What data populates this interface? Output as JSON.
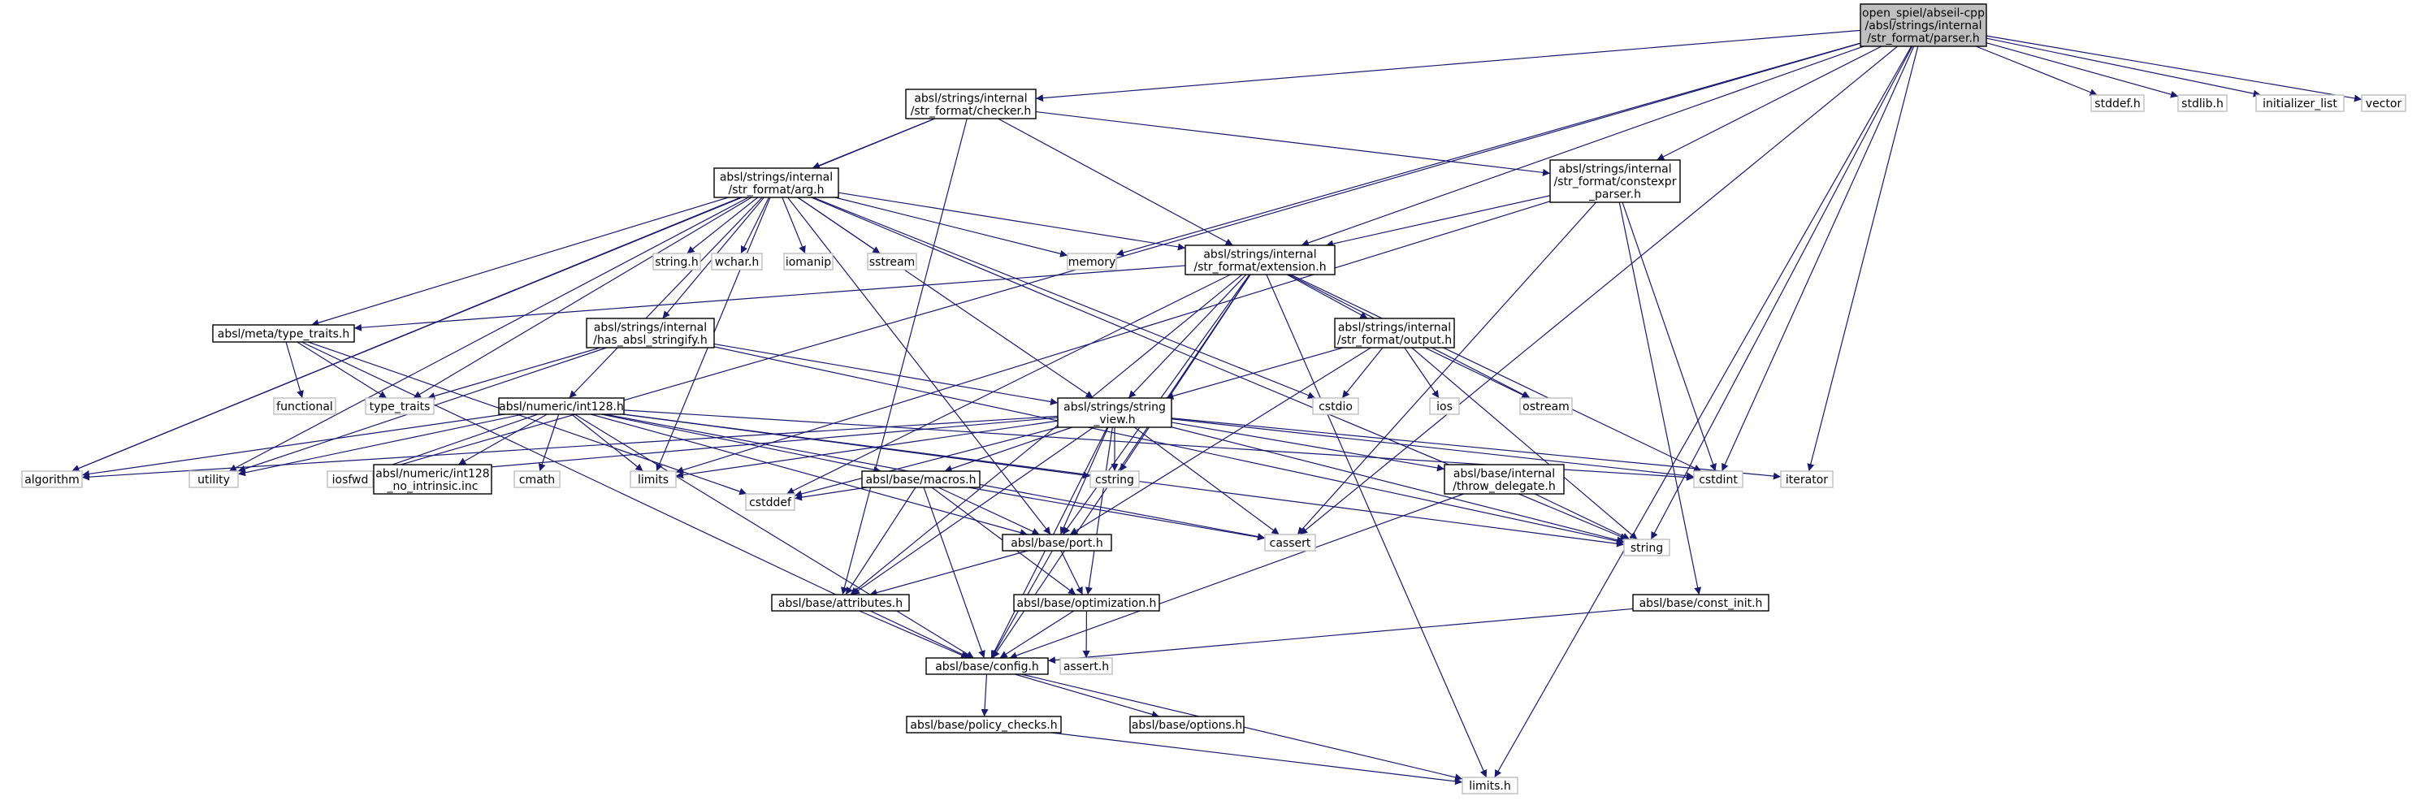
{
  "graph": {
    "colors": {
      "root_fill": "#bfbfbf",
      "node_fill": "#ffffff",
      "doc_border": "#000000",
      "sys_border": "#bfbfbf",
      "edge": "#191970"
    },
    "nodes": [
      {
        "id": "root",
        "lines": [
          "open_spiel/abseil-cpp",
          "/absl/strings/internal",
          "/str_format/parser.h"
        ],
        "kind": "root"
      },
      {
        "id": "checker",
        "lines": [
          "absl/strings/internal",
          "/str_format/checker.h"
        ],
        "kind": "doc"
      },
      {
        "id": "stddef_h",
        "lines": [
          "stddef.h"
        ],
        "kind": "sys"
      },
      {
        "id": "stdlib_h",
        "lines": [
          "stdlib.h"
        ],
        "kind": "sys"
      },
      {
        "id": "initializer_list",
        "lines": [
          "initializer_list"
        ],
        "kind": "sys"
      },
      {
        "id": "vector",
        "lines": [
          "vector"
        ],
        "kind": "sys"
      },
      {
        "id": "arg",
        "lines": [
          "absl/strings/internal",
          "/str_format/arg.h"
        ],
        "kind": "doc"
      },
      {
        "id": "constexpr_parser",
        "lines": [
          "absl/strings/internal",
          "/str_format/constexpr",
          "_parser.h"
        ],
        "kind": "doc"
      },
      {
        "id": "string_h",
        "lines": [
          "string.h"
        ],
        "kind": "sys"
      },
      {
        "id": "wchar_h",
        "lines": [
          "wchar.h"
        ],
        "kind": "sys"
      },
      {
        "id": "iomanip",
        "lines": [
          "iomanip"
        ],
        "kind": "sys"
      },
      {
        "id": "sstream",
        "lines": [
          "sstream"
        ],
        "kind": "sys"
      },
      {
        "id": "memory",
        "lines": [
          "memory"
        ],
        "kind": "sys"
      },
      {
        "id": "extension",
        "lines": [
          "absl/strings/internal",
          "/str_format/extension.h"
        ],
        "kind": "doc"
      },
      {
        "id": "type_traits_h",
        "lines": [
          "absl/meta/type_traits.h"
        ],
        "kind": "doc"
      },
      {
        "id": "has_stringify",
        "lines": [
          "absl/strings/internal",
          "/has_absl_stringify.h"
        ],
        "kind": "doc"
      },
      {
        "id": "output",
        "lines": [
          "absl/strings/internal",
          "/str_format/output.h"
        ],
        "kind": "doc"
      },
      {
        "id": "functional",
        "lines": [
          "functional"
        ],
        "kind": "sys"
      },
      {
        "id": "type_traits",
        "lines": [
          "type_traits"
        ],
        "kind": "sys"
      },
      {
        "id": "string_view",
        "lines": [
          "absl/strings/string",
          "_view.h"
        ],
        "kind": "doc"
      },
      {
        "id": "cstdio",
        "lines": [
          "cstdio"
        ],
        "kind": "sys"
      },
      {
        "id": "ios",
        "lines": [
          "ios"
        ],
        "kind": "sys"
      },
      {
        "id": "ostream",
        "lines": [
          "ostream"
        ],
        "kind": "sys"
      },
      {
        "id": "int128",
        "lines": [
          "absl/numeric/int128.h"
        ],
        "kind": "doc"
      },
      {
        "id": "algorithm",
        "lines": [
          "algorithm"
        ],
        "kind": "sys"
      },
      {
        "id": "utility",
        "lines": [
          "utility"
        ],
        "kind": "sys"
      },
      {
        "id": "iosfwd",
        "lines": [
          "iosfwd"
        ],
        "kind": "sys"
      },
      {
        "id": "int128_no_intrinsic",
        "lines": [
          "absl/numeric/int128",
          "_no_intrinsic.inc"
        ],
        "kind": "doc"
      },
      {
        "id": "cmath",
        "lines": [
          "cmath"
        ],
        "kind": "sys"
      },
      {
        "id": "limits",
        "lines": [
          "limits"
        ],
        "kind": "sys"
      },
      {
        "id": "cstring",
        "lines": [
          "cstring"
        ],
        "kind": "sys"
      },
      {
        "id": "macros",
        "lines": [
          "absl/base/macros.h"
        ],
        "kind": "doc"
      },
      {
        "id": "throw_delegate",
        "lines": [
          "absl/base/internal",
          "/throw_delegate.h"
        ],
        "kind": "doc"
      },
      {
        "id": "cstdint",
        "lines": [
          "cstdint"
        ],
        "kind": "sys"
      },
      {
        "id": "iterator",
        "lines": [
          "iterator"
        ],
        "kind": "sys"
      },
      {
        "id": "cstddef",
        "lines": [
          "cstddef"
        ],
        "kind": "sys"
      },
      {
        "id": "port",
        "lines": [
          "absl/base/port.h"
        ],
        "kind": "doc"
      },
      {
        "id": "cassert",
        "lines": [
          "cassert"
        ],
        "kind": "sys"
      },
      {
        "id": "string",
        "lines": [
          "string"
        ],
        "kind": "sys"
      },
      {
        "id": "attributes",
        "lines": [
          "absl/base/attributes.h"
        ],
        "kind": "doc"
      },
      {
        "id": "optimization",
        "lines": [
          "absl/base/optimization.h"
        ],
        "kind": "doc"
      },
      {
        "id": "const_init",
        "lines": [
          "absl/base/const_init.h"
        ],
        "kind": "doc"
      },
      {
        "id": "assert_h",
        "lines": [
          "assert.h"
        ],
        "kind": "sys"
      },
      {
        "id": "config",
        "lines": [
          "absl/base/config.h"
        ],
        "kind": "doc"
      },
      {
        "id": "policy_checks",
        "lines": [
          "absl/base/policy_checks.h"
        ],
        "kind": "doc"
      },
      {
        "id": "options",
        "lines": [
          "absl/base/options.h"
        ],
        "kind": "doc"
      },
      {
        "id": "limits_h",
        "lines": [
          "limits.h"
        ],
        "kind": "sys"
      }
    ],
    "edges": [
      [
        "root",
        "checker"
      ],
      [
        "root",
        "stddef_h"
      ],
      [
        "root",
        "stdlib_h"
      ],
      [
        "root",
        "initializer_list"
      ],
      [
        "root",
        "vector"
      ],
      [
        "root",
        "constexpr_parser"
      ],
      [
        "root",
        "extension"
      ],
      [
        "root",
        "memory"
      ],
      [
        "root",
        "iosfwd"
      ],
      [
        "root",
        "cstdint"
      ],
      [
        "root",
        "iterator"
      ],
      [
        "root",
        "cassert"
      ],
      [
        "root",
        "string"
      ],
      [
        "root",
        "limits_h"
      ],
      [
        "checker",
        "arg"
      ],
      [
        "checker",
        "constexpr_parser"
      ],
      [
        "checker",
        "extension"
      ],
      [
        "checker",
        "algorithm"
      ],
      [
        "checker",
        "attributes"
      ],
      [
        "arg",
        "string_h"
      ],
      [
        "arg",
        "wchar_h"
      ],
      [
        "arg",
        "iomanip"
      ],
      [
        "arg",
        "sstream"
      ],
      [
        "arg",
        "memory"
      ],
      [
        "arg",
        "extension"
      ],
      [
        "arg",
        "type_traits_h"
      ],
      [
        "arg",
        "has_stringify"
      ],
      [
        "arg",
        "int128"
      ],
      [
        "arg",
        "string_view"
      ],
      [
        "arg",
        "type_traits"
      ],
      [
        "arg",
        "limits"
      ],
      [
        "arg",
        "algorithm"
      ],
      [
        "arg",
        "utility"
      ],
      [
        "arg",
        "cstdio"
      ],
      [
        "arg",
        "port"
      ],
      [
        "arg",
        "string"
      ],
      [
        "constexpr_parser",
        "extension"
      ],
      [
        "constexpr_parser",
        "cstdint"
      ],
      [
        "constexpr_parser",
        "cassert"
      ],
      [
        "constexpr_parser",
        "limits"
      ],
      [
        "constexpr_parser",
        "const_init"
      ],
      [
        "extension",
        "type_traits_h"
      ],
      [
        "extension",
        "output"
      ],
      [
        "extension",
        "string_view"
      ],
      [
        "extension",
        "ostream"
      ],
      [
        "extension",
        "cstdint"
      ],
      [
        "extension",
        "cstring"
      ],
      [
        "extension",
        "port"
      ],
      [
        "extension",
        "attributes"
      ],
      [
        "extension",
        "config"
      ],
      [
        "extension",
        "cstddef"
      ],
      [
        "extension",
        "limits_h"
      ],
      [
        "type_traits_h",
        "functional"
      ],
      [
        "type_traits_h",
        "type_traits"
      ],
      [
        "type_traits_h",
        "config"
      ],
      [
        "type_traits_h",
        "cstddef"
      ],
      [
        "has_stringify",
        "type_traits"
      ],
      [
        "has_stringify",
        "string_view"
      ],
      [
        "has_stringify",
        "utility"
      ],
      [
        "has_stringify",
        "string"
      ],
      [
        "output",
        "string_view"
      ],
      [
        "output",
        "cstdio"
      ],
      [
        "output",
        "ios"
      ],
      [
        "output",
        "ostream"
      ],
      [
        "output",
        "port"
      ],
      [
        "output",
        "string"
      ],
      [
        "int128",
        "algorithm"
      ],
      [
        "int128",
        "utility"
      ],
      [
        "int128",
        "iosfwd"
      ],
      [
        "int128",
        "int128_no_intrinsic"
      ],
      [
        "int128",
        "cmath"
      ],
      [
        "int128",
        "limits"
      ],
      [
        "int128",
        "cstring"
      ],
      [
        "int128",
        "macros"
      ],
      [
        "int128",
        "port"
      ],
      [
        "int128",
        "config"
      ],
      [
        "int128",
        "cassert"
      ],
      [
        "int128",
        "cstdint"
      ],
      [
        "int128",
        "string"
      ],
      [
        "string_view",
        "iosfwd"
      ],
      [
        "string_view",
        "limits"
      ],
      [
        "string_view",
        "cstring"
      ],
      [
        "string_view",
        "macros"
      ],
      [
        "string_view",
        "throw_delegate"
      ],
      [
        "string_view",
        "cstddef"
      ],
      [
        "string_view",
        "port"
      ],
      [
        "string_view",
        "cassert"
      ],
      [
        "string_view",
        "string"
      ],
      [
        "string_view",
        "iterator"
      ],
      [
        "string_view",
        "attributes"
      ],
      [
        "string_view",
        "optimization"
      ],
      [
        "string_view",
        "config"
      ],
      [
        "string_view",
        "algorithm"
      ],
      [
        "string_view",
        "cstdint"
      ],
      [
        "macros",
        "cstddef"
      ],
      [
        "macros",
        "cassert"
      ],
      [
        "macros",
        "port"
      ],
      [
        "macros",
        "attributes"
      ],
      [
        "macros",
        "optimization"
      ],
      [
        "macros",
        "config"
      ],
      [
        "throw_delegate",
        "string"
      ],
      [
        "throw_delegate",
        "config"
      ],
      [
        "port",
        "attributes"
      ],
      [
        "port",
        "optimization"
      ],
      [
        "port",
        "config"
      ],
      [
        "attributes",
        "config"
      ],
      [
        "optimization",
        "assert_h"
      ],
      [
        "optimization",
        "config"
      ],
      [
        "const_init",
        "config"
      ],
      [
        "config",
        "policy_checks"
      ],
      [
        "config",
        "options"
      ],
      [
        "config",
        "limits_h"
      ],
      [
        "policy_checks",
        "limits_h"
      ]
    ]
  }
}
